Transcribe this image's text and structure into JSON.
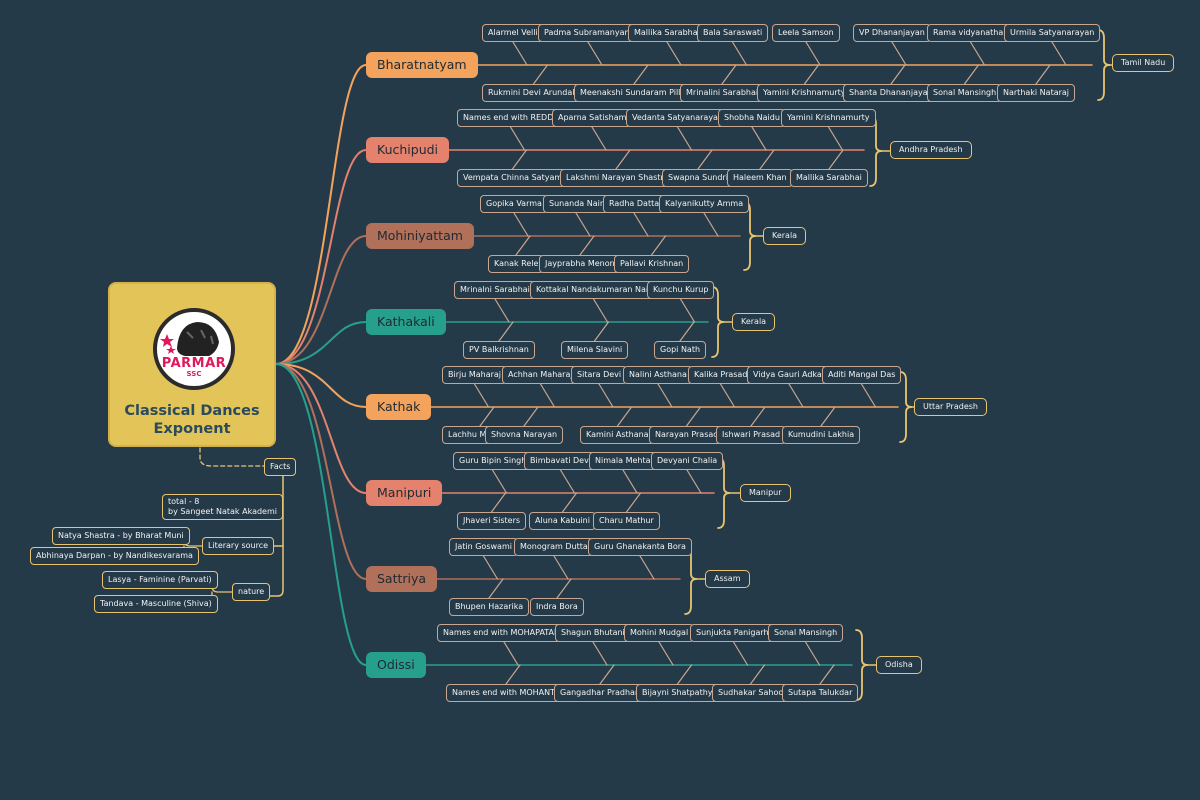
{
  "central": {
    "title_line1": "Classical Dances",
    "title_line2": "Exponent",
    "logo_text": "PARMAR",
    "logo_sub": "SSC"
  },
  "colors": {
    "background": "#253a48",
    "orange": "#f4a35c",
    "salmon": "#e5826e",
    "brown": "#b0705a",
    "teal": "#26a08c",
    "region": "#e8c470"
  },
  "dances": [
    {
      "name": "Bharatnatyam",
      "region": "Tamil Nadu",
      "top": [
        "Alarmel Velli",
        "Padma Subramanyam",
        "Mallika Sarabhai",
        "Bala Saraswati",
        "Leela Samson",
        "VP Dhananjayan",
        "Rama vidyanathan",
        "Urmila Satyanarayan"
      ],
      "bottom": [
        "Rukmini Devi Arundale",
        "Meenakshi Sundaram Pillai",
        "Mrinalini Sarabhai",
        "Yamini Krishnamurty",
        "Shanta Dhananjayan",
        "Sonal Mansingh",
        "Narthaki Nataraj"
      ]
    },
    {
      "name": "Kuchipudi",
      "region": "Andhra Pradesh",
      "top": [
        "Names end with REDDY",
        "Aparna Satisham",
        "Vedanta Satyanarayan",
        "Shobha Naidu",
        "Yamini Krishnamurty"
      ],
      "bottom": [
        "Vempata Chinna Satyam",
        "Lakshmi Narayan Shastri",
        "Swapna Sundri",
        "Haleem Khan",
        "Mallika Sarabhai"
      ]
    },
    {
      "name": "Mohiniyattam",
      "region": "Kerala",
      "top": [
        "Gopika Varma",
        "Sunanda Nair",
        "Radha Datta",
        "Kalyanikutty Amma"
      ],
      "bottom": [
        "Kanak Rele",
        "Jayprabha Menon",
        "Pallavi Krishnan"
      ]
    },
    {
      "name": "Kathakali",
      "region": "Kerala",
      "top": [
        "Mrinalni Sarabhai",
        "Kottakal Nandakumaran Nair",
        "Kunchu Kurup"
      ],
      "bottom": [
        "PV Balkrishnan",
        "Milena Slavini",
        "Gopi Nath"
      ]
    },
    {
      "name": "Kathak",
      "region": "Uttar Pradesh",
      "top": [
        "Birju Maharaj",
        "Achhan Maharaj",
        "Sitara Devi",
        "Nalini Asthana",
        "Kalika Prasad",
        "Vidya Gauri Adkar",
        "Aditi Mangal Das"
      ],
      "bottom": [
        "Lachhu Maharaj",
        "Shovna Narayan",
        "Kamini Asthana",
        "Narayan Prasad",
        "Ishwari Prasad",
        "Kumudini Lakhia"
      ]
    },
    {
      "name": "Manipuri",
      "region": "Manipur",
      "top": [
        "Guru Bipin Singh",
        "Bimbavati Devi",
        "Nimala Mehta",
        "Devyani Chalia"
      ],
      "bottom": [
        "Jhaveri Sisters",
        "Aluna Kabuini",
        "Charu Mathur"
      ]
    },
    {
      "name": "Sattriya",
      "region": "Assam",
      "top": [
        "Jatin Goswami",
        "Monogram Dutta",
        "Guru Ghanakanta Bora"
      ],
      "bottom": [
        "Bhupen Hazarika",
        "Indra Bora"
      ]
    },
    {
      "name": "Odissi",
      "region": "Odisha",
      "top": [
        "Names end with MOHAPATARA",
        "Shagun Bhutani",
        "Mohini Mudgal",
        "Sunjukta Panigarhi",
        "Sonal Mansingh"
      ],
      "bottom": [
        "Names end with MOHANTY",
        "Gangadhar Pradhan",
        "Bijayni Shatpathy",
        "Sudhakar Sahoo",
        "Sutapa Talukdar"
      ]
    }
  ],
  "facts": {
    "label": "Facts",
    "total": "total - 8\nby Sangeet Natak Akademi",
    "literary": {
      "label": "Literary source",
      "items": [
        "Natya Shastra - by Bharat Muni",
        "Abhinaya Darpan - by Nandikesvarama"
      ]
    },
    "nature": {
      "label": "nature",
      "items": [
        "Lasya - Faminine (Parvati)",
        "Tandava - Masculine (Shiva)"
      ]
    }
  }
}
